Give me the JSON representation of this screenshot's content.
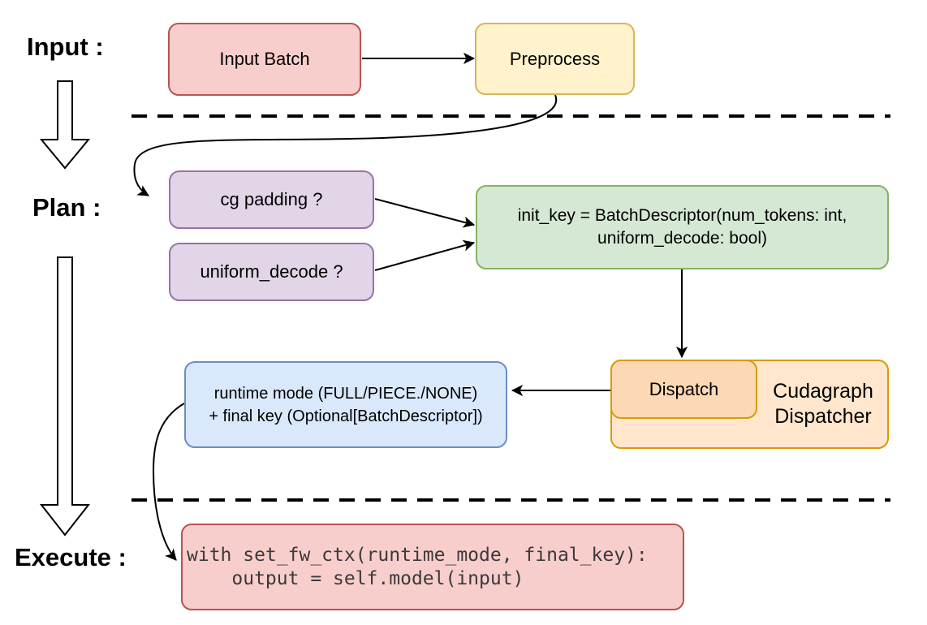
{
  "stage_labels": {
    "input": "Input :",
    "plan": "Plan :",
    "execute": "Execute :"
  },
  "nodes": {
    "input_batch": {
      "label": "Input Batch",
      "fill": "#F8CECC",
      "stroke": "#B85450"
    },
    "preprocess": {
      "label": "Preprocess",
      "fill": "#FFF2CC",
      "stroke": "#D6B656"
    },
    "cg_padding": {
      "label": "cg padding ?",
      "fill": "#E1D5E7",
      "stroke": "#9673A6"
    },
    "uniform_decode": {
      "label": "uniform_decode ?",
      "fill": "#E1D5E7",
      "stroke": "#9673A6"
    },
    "init_key": {
      "line1": "init_key = BatchDescriptor(num_tokens: int,",
      "line2": "uniform_decode: bool)",
      "fill": "#D5E8D4",
      "stroke": "#82B366"
    },
    "cudagraph_dispatcher": {
      "line1": "Cudagraph",
      "line2": "Dispatcher",
      "fill": "#FFE6CC",
      "stroke": "#D79B00"
    },
    "dispatch": {
      "label": "Dispatch",
      "fill": "#FCD8B4",
      "stroke": "#D79B00"
    },
    "runtime_mode": {
      "line1": "runtime mode (FULL/PIECE./NONE)",
      "line2": "+ final key (Optional[BatchDescriptor])",
      "fill": "#DAE8FC",
      "stroke": "#6C8EBF"
    },
    "execute_code": {
      "code_line1": "with set_fw_ctx(runtime_mode, final_key):",
      "code_line2": "    output = self.model(input)",
      "fill": "#F8CECC",
      "stroke": "#B85450"
    }
  },
  "connector_color": "#000000",
  "background": "#FFFFFF"
}
